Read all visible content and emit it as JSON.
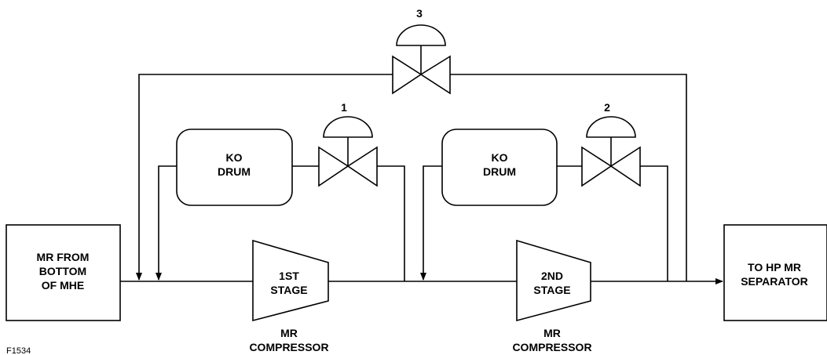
{
  "blocks": {
    "source": [
      "MR FROM",
      "BOTTOM",
      "OF MHE"
    ],
    "destination": [
      "TO HP MR",
      "SEPARATOR"
    ]
  },
  "compressors": [
    {
      "stage": [
        "1ST",
        "STAGE"
      ],
      "caption": [
        "MR",
        "COMPRESSOR"
      ]
    },
    {
      "stage": [
        "2ND",
        "STAGE"
      ],
      "caption": [
        "MR",
        "COMPRESSOR"
      ]
    }
  ],
  "ko_drums": [
    {
      "label": [
        "KO",
        "DRUM"
      ]
    },
    {
      "label": [
        "KO",
        "DRUM"
      ]
    }
  ],
  "valves": [
    {
      "number": "1"
    },
    {
      "number": "2"
    },
    {
      "number": "3"
    }
  ],
  "figure_id": "F1534"
}
